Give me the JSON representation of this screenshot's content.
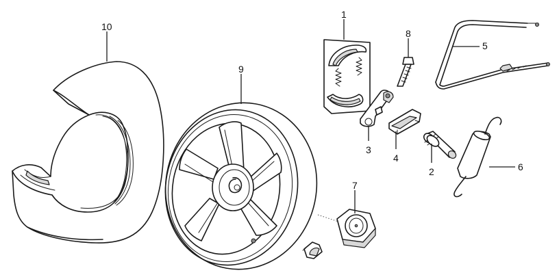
{
  "callouts": [
    {
      "id": "1",
      "text": "1",
      "part": "brake-shoe-set"
    },
    {
      "id": "2",
      "text": "2",
      "part": "brake-cam-shaft"
    },
    {
      "id": "3",
      "text": "3",
      "part": "brake-arm"
    },
    {
      "id": "4",
      "text": "4",
      "part": "wear-indicator-plate"
    },
    {
      "id": "5",
      "text": "5",
      "part": "brake-cable"
    },
    {
      "id": "6",
      "text": "6",
      "part": "return-spring"
    },
    {
      "id": "7",
      "text": "7",
      "part": "axle-nut"
    },
    {
      "id": "8",
      "text": "8",
      "part": "bolt"
    },
    {
      "id": "9",
      "text": "9",
      "part": "rear-rim"
    },
    {
      "id": "10",
      "text": "10",
      "part": "rear-tire"
    }
  ]
}
